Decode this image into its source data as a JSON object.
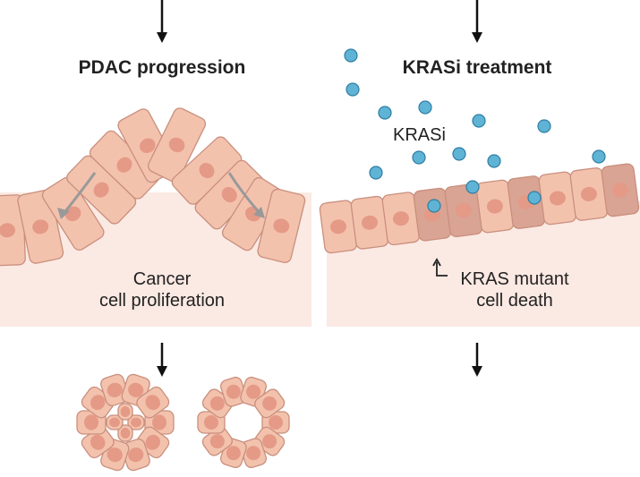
{
  "panels": {
    "left": {
      "title": "PDAC progression",
      "label_line1": "Cancer",
      "label_line2": "cell proliferation"
    },
    "right": {
      "title": "KRASi treatment",
      "drug_label": "KRASi",
      "death_line1": "KRAS mutant",
      "death_line2": "cell death"
    }
  },
  "colors": {
    "cell": "#f3c2ad",
    "cell_stroke": "#c98f7e",
    "nucleus": "#e49a86",
    "mutant_cell": "#d9a493",
    "stroma": "#fbe9e3",
    "drug": "#5fb4d6"
  }
}
